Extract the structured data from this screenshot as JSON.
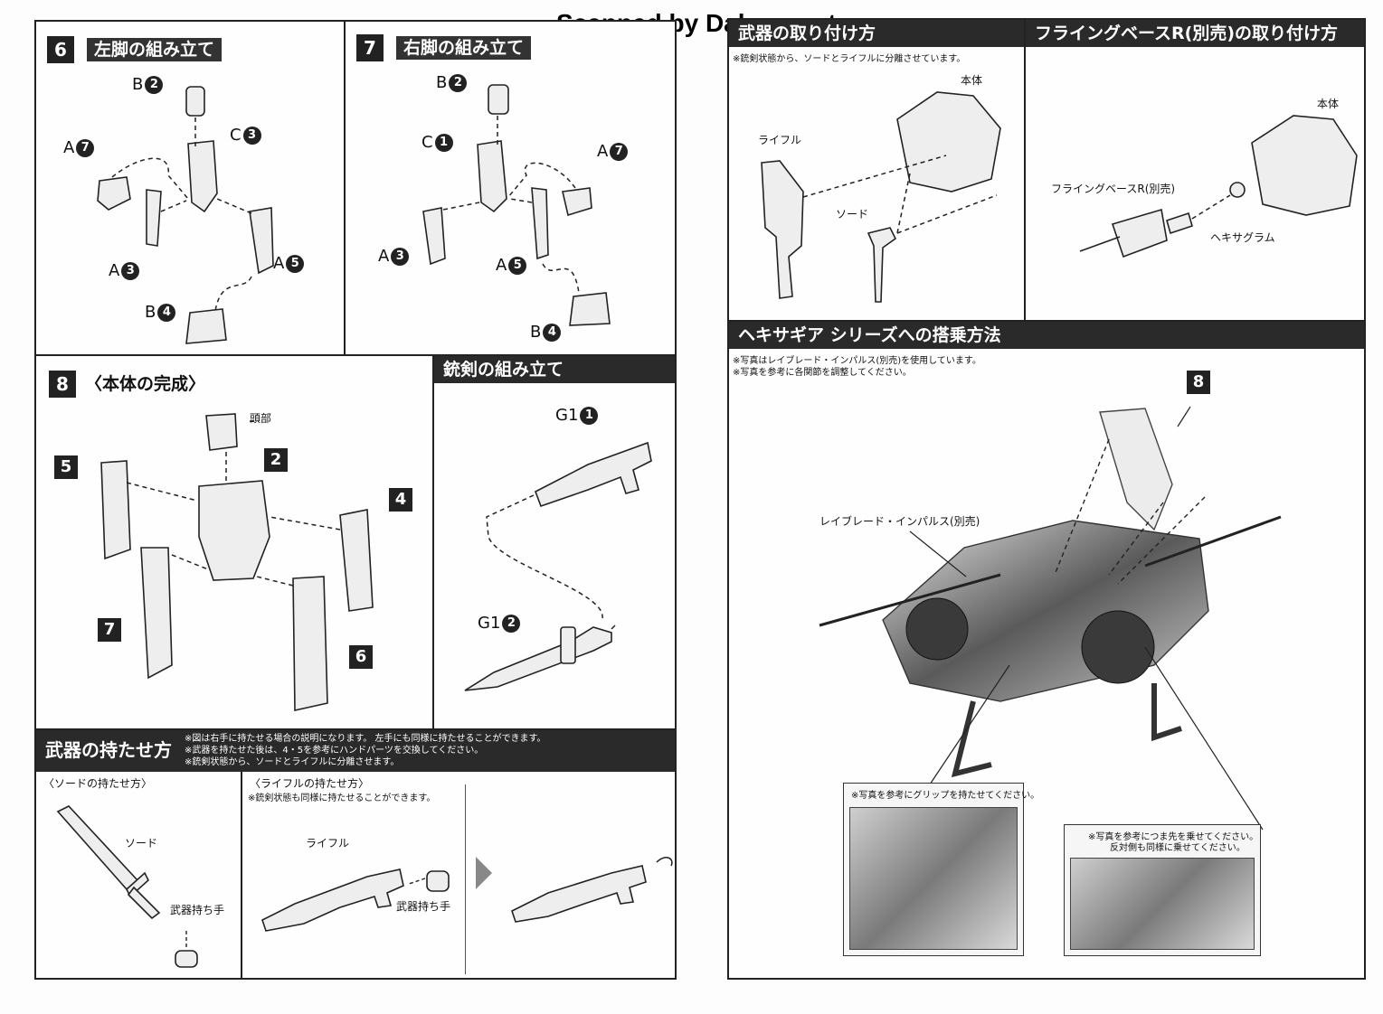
{
  "watermark": "Scanned by Dalong.net",
  "step6": {
    "number": "6",
    "title": "左脚の組み立て",
    "labels": {
      "b2": "B",
      "a7": "A",
      "c3": "C",
      "a3": "A",
      "a5": "A",
      "b4": "B"
    },
    "badges": {
      "b2": "2",
      "a7": "7",
      "c3": "3",
      "a3": "3",
      "a5": "5",
      "b4": "4"
    }
  },
  "step7": {
    "number": "7",
    "title": "右脚の組み立て",
    "labels": {
      "b2": "B",
      "c1": "C",
      "a7": "A",
      "a3": "A",
      "a5": "A",
      "b4": "B"
    },
    "badges": {
      "b2": "2",
      "c1": "1",
      "a7": "7",
      "a3": "3",
      "a5": "5",
      "b4": "4"
    }
  },
  "step8": {
    "number": "8",
    "title": "〈本体の完成〉",
    "head_label": "頭部",
    "refs": {
      "r5": "5",
      "r2": "2",
      "r4": "4",
      "r7": "7",
      "r6": "6"
    }
  },
  "gun_sword": {
    "title": "銃剣の組み立て",
    "g1_label": "G1",
    "g1_badge": "1",
    "g2_label": "G1",
    "g2_badge": "2"
  },
  "weapon_hold": {
    "title": "武器の持たせ方",
    "notes": [
      "※図は右手に持たせる場合の説明になります。 左手にも同様に持たせることができます。",
      "※武器を持たせた後は、4・5を参考にハンドパーツを交換してください。",
      "※銃剣状態から、ソードとライフルに分離させます。"
    ],
    "sword_section": "〈ソードの持たせ方〉",
    "sword_label": "ソード",
    "weapon_hand_label": "武器持ち手",
    "rifle_section": "〈ライフルの持たせ方〉",
    "rifle_note": "※銃剣状態も同様に持たせることができます。",
    "rifle_label": "ライフル",
    "weapon_hand_label2": "武器持ち手"
  },
  "weapon_attach": {
    "title": "武器の取り付け方",
    "note": "※銃剣状態から、ソードとライフルに分離させています。",
    "body_label": "本体",
    "rifle_label": "ライフル",
    "sword_label": "ソード"
  },
  "flying_base": {
    "title": "フライングベースR(別売)の取り付け方",
    "body_label": "本体",
    "base_label": "フライングベースR(別売)",
    "hexagram_label": "ヘキサグラム"
  },
  "hexa_gear": {
    "title": "ヘキサギア シリーズへの搭乗方法",
    "notes": [
      "※写真はレイブレード・インパルス(別売)を使用しています。",
      "※写真を参考に各関節を調整してください。"
    ],
    "ref_badge": "8",
    "vehicle_label": "レイブレード・インパルス(別売)",
    "photo1_caption": "※写真を参考にグリップを持たせてください。",
    "photo2_caption_1": "※写真を参考につま先を乗せてください。",
    "photo2_caption_2": "反対側も同様に乗せてください。"
  }
}
